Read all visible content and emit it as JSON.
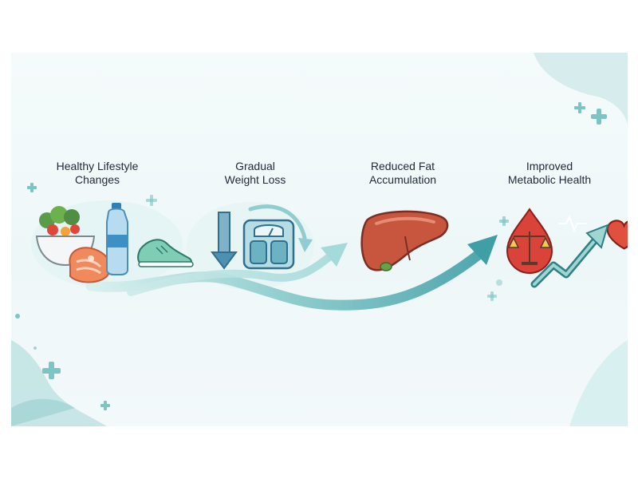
{
  "steps": [
    {
      "line1": "Healthy Lifestyle",
      "line2": "Changes",
      "icon": "healthy-food-water-shoe-icon"
    },
    {
      "line1": "Gradual",
      "line2": "Weight Loss",
      "icon": "scale-down-arrow-icon"
    },
    {
      "line1": "Reduced Fat",
      "line2": "Accumulation",
      "icon": "liver-icon"
    },
    {
      "line1": "Improved",
      "line2": "Metabolic Health",
      "icon": "metabolic-health-icon"
    }
  ],
  "colors": {
    "background": "#eef7f8",
    "teal_dark": "#3a9aa3",
    "teal_light": "#a9dcdc",
    "liver": "#c8553d",
    "blood": "#d9433a",
    "text": "#1f2937"
  }
}
